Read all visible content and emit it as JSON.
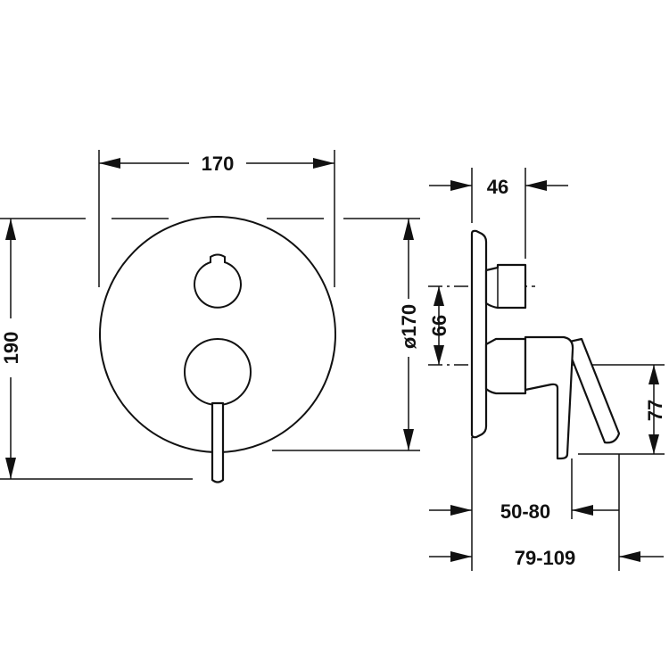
{
  "drawing": {
    "front_view": {
      "width_label": "170",
      "height_label": "190"
    },
    "side_view": {
      "diameter_label": "ø170",
      "depth_label": "46",
      "offset_label": "66",
      "height_label": "77",
      "projection_label": "50-80",
      "total_projection_label": "79-109"
    }
  }
}
